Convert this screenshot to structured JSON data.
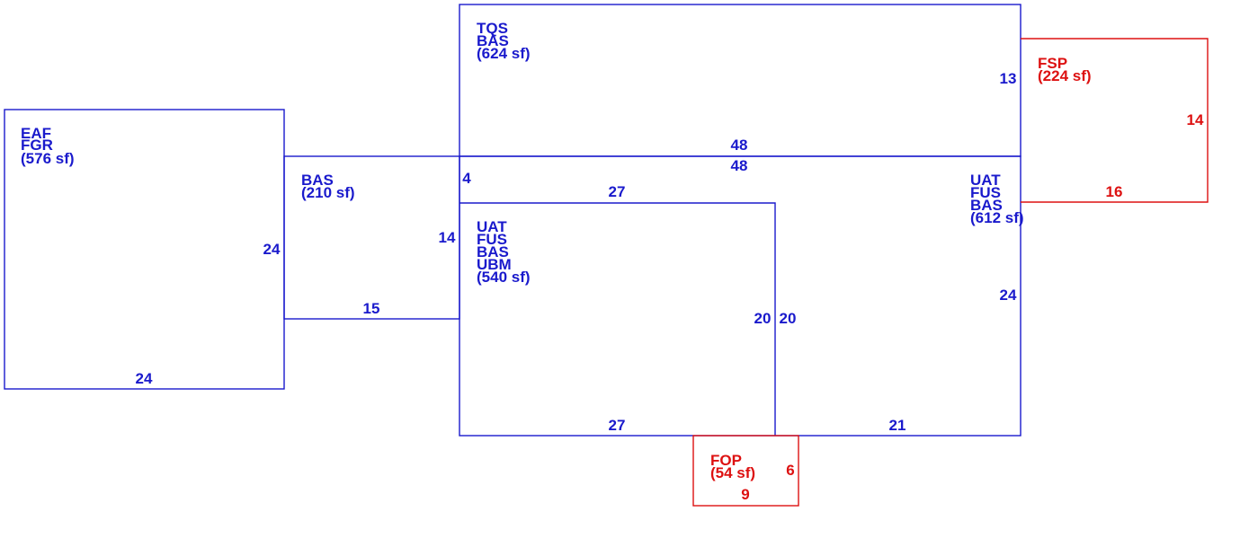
{
  "colors": {
    "main": "#1a1acc",
    "porch": "#dd1111",
    "background": "#ffffff"
  },
  "areas": {
    "eaf": {
      "codes": [
        "EAF",
        "FGR"
      ],
      "area": "(576 sf)"
    },
    "bas210": {
      "codes": [
        "BAS"
      ],
      "area": "(210 sf)"
    },
    "tqs": {
      "codes": [
        "TQS",
        "BAS"
      ],
      "area": "(624 sf)"
    },
    "uat540": {
      "codes": [
        "UAT",
        "FUS",
        "BAS",
        "UBM"
      ],
      "area": "(540 sf)"
    },
    "uat612": {
      "codes": [
        "UAT",
        "FUS",
        "BAS"
      ],
      "area": "(612 sf)"
    },
    "fsp": {
      "codes": [
        "FSP"
      ],
      "area": "(224 sf)"
    },
    "fop": {
      "codes": [
        "FOP"
      ],
      "area": "(54 sf)"
    }
  },
  "dimensions": {
    "eaf_right": "24",
    "eaf_bottom": "24",
    "bas_bottom": "15",
    "bas_left_short": "4",
    "bas_left": "14",
    "tqs_right": "13",
    "tqs_bottom": "48",
    "mid_top": "48",
    "uat540_top": "27",
    "uat540_bottom": "27",
    "uat540_right": "20",
    "uat612_left": "20",
    "uat612_right": "24",
    "uat612_bottom": "21",
    "fsp_right": "14",
    "fsp_bottom": "16",
    "fop_right": "6",
    "fop_bottom": "9"
  }
}
